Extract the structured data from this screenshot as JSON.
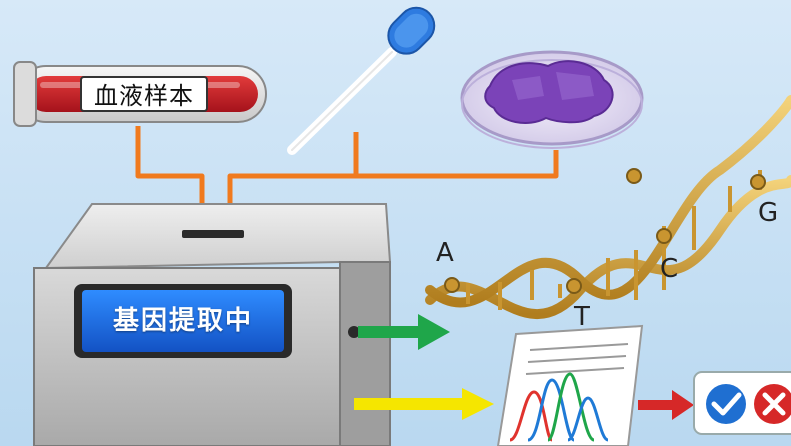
{
  "sample": {
    "label": "血液样本"
  },
  "machine": {
    "screen_text": "基因提取中"
  },
  "dna": {
    "bases": [
      "A",
      "T",
      "C",
      "G"
    ]
  },
  "result": {
    "icons": [
      "check-icon",
      "cross-icon"
    ]
  },
  "colors": {
    "background": "#cfe4f5",
    "orange_arrow": "#f07a1e",
    "green_arrow": "#1fa64a",
    "yellow_arrow": "#f5e600",
    "red_arrow": "#d62828",
    "screen": "#1c6fe0",
    "dna_gold": "#d4a23a"
  }
}
